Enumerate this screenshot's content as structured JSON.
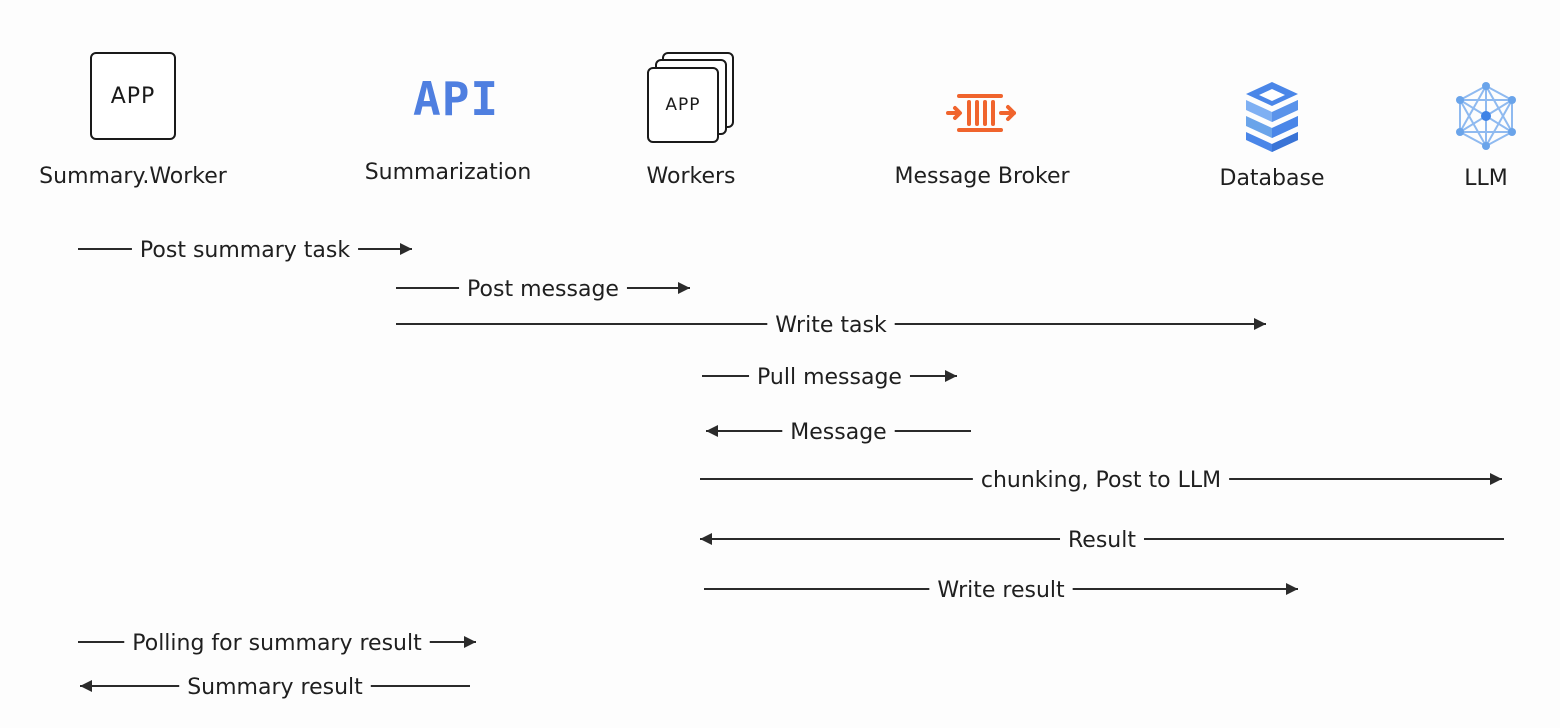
{
  "actors": {
    "summary_worker": {
      "label": "Summary.Worker",
      "icon_text": "APP",
      "icon": "app-box-icon"
    },
    "summarization": {
      "label": "Summarization",
      "icon_text": "API",
      "icon": "api-icon"
    },
    "workers": {
      "label": "Workers",
      "icon_text": "APP",
      "icon": "stacked-app-icon"
    },
    "message_broker": {
      "label": "Message Broker",
      "icon": "message-broker-icon"
    },
    "database": {
      "label": "Database",
      "icon": "database-icon"
    },
    "llm": {
      "label": "LLM",
      "icon": "llm-network-icon"
    }
  },
  "messages": [
    {
      "label": "Post  summary task",
      "from": "summary_worker",
      "to": "summarization"
    },
    {
      "label": "Post message",
      "from": "summarization",
      "to": "workers"
    },
    {
      "label": "Write task",
      "from": "summarization",
      "to": "database"
    },
    {
      "label": "Pull message",
      "from": "workers",
      "to": "message_broker"
    },
    {
      "label": "Message",
      "from": "message_broker",
      "to": "workers"
    },
    {
      "label": "chunking, Post to LLM",
      "from": "workers",
      "to": "llm"
    },
    {
      "label": "Result",
      "from": "llm",
      "to": "workers"
    },
    {
      "label": "Write result",
      "from": "workers",
      "to": "database"
    },
    {
      "label": "Polling for summary result",
      "from": "summary_worker",
      "to": "summarization"
    },
    {
      "label": "Summary result",
      "from": "summarization",
      "to": "summary_worker"
    }
  ],
  "colors": {
    "line": "#2b2b2b",
    "api_blue": "#4f7fe0",
    "broker_orange": "#f0642d",
    "db_blue": "#4a86e8",
    "llm_blue": "#6aa4ea"
  }
}
